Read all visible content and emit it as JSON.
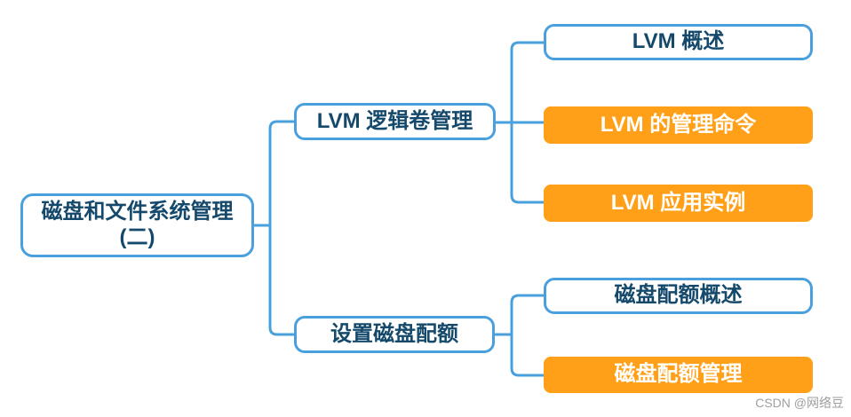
{
  "mindmap": {
    "root": {
      "label_line1": "磁盘和文件系统管理",
      "label_line2": "(二)"
    },
    "branches": [
      {
        "label": "LVM 逻辑卷管理",
        "children": [
          {
            "label": "LVM 概述",
            "style": "outline"
          },
          {
            "label": "LVM 的管理命令",
            "style": "filled"
          },
          {
            "label": "LVM 应用实例",
            "style": "filled"
          }
        ]
      },
      {
        "label": "设置磁盘配额",
        "children": [
          {
            "label": "磁盘配额概述",
            "style": "outline"
          },
          {
            "label": "磁盘配额管理",
            "style": "filled"
          }
        ]
      }
    ]
  },
  "watermark": {
    "text": "CSDN @网络豆"
  },
  "colors": {
    "accent_blue": "#4AA0DC",
    "text_navy": "#15496B",
    "orange": "#FFA018",
    "watermark_gray": "#9E9E9E",
    "background": "#FFFFFF"
  }
}
